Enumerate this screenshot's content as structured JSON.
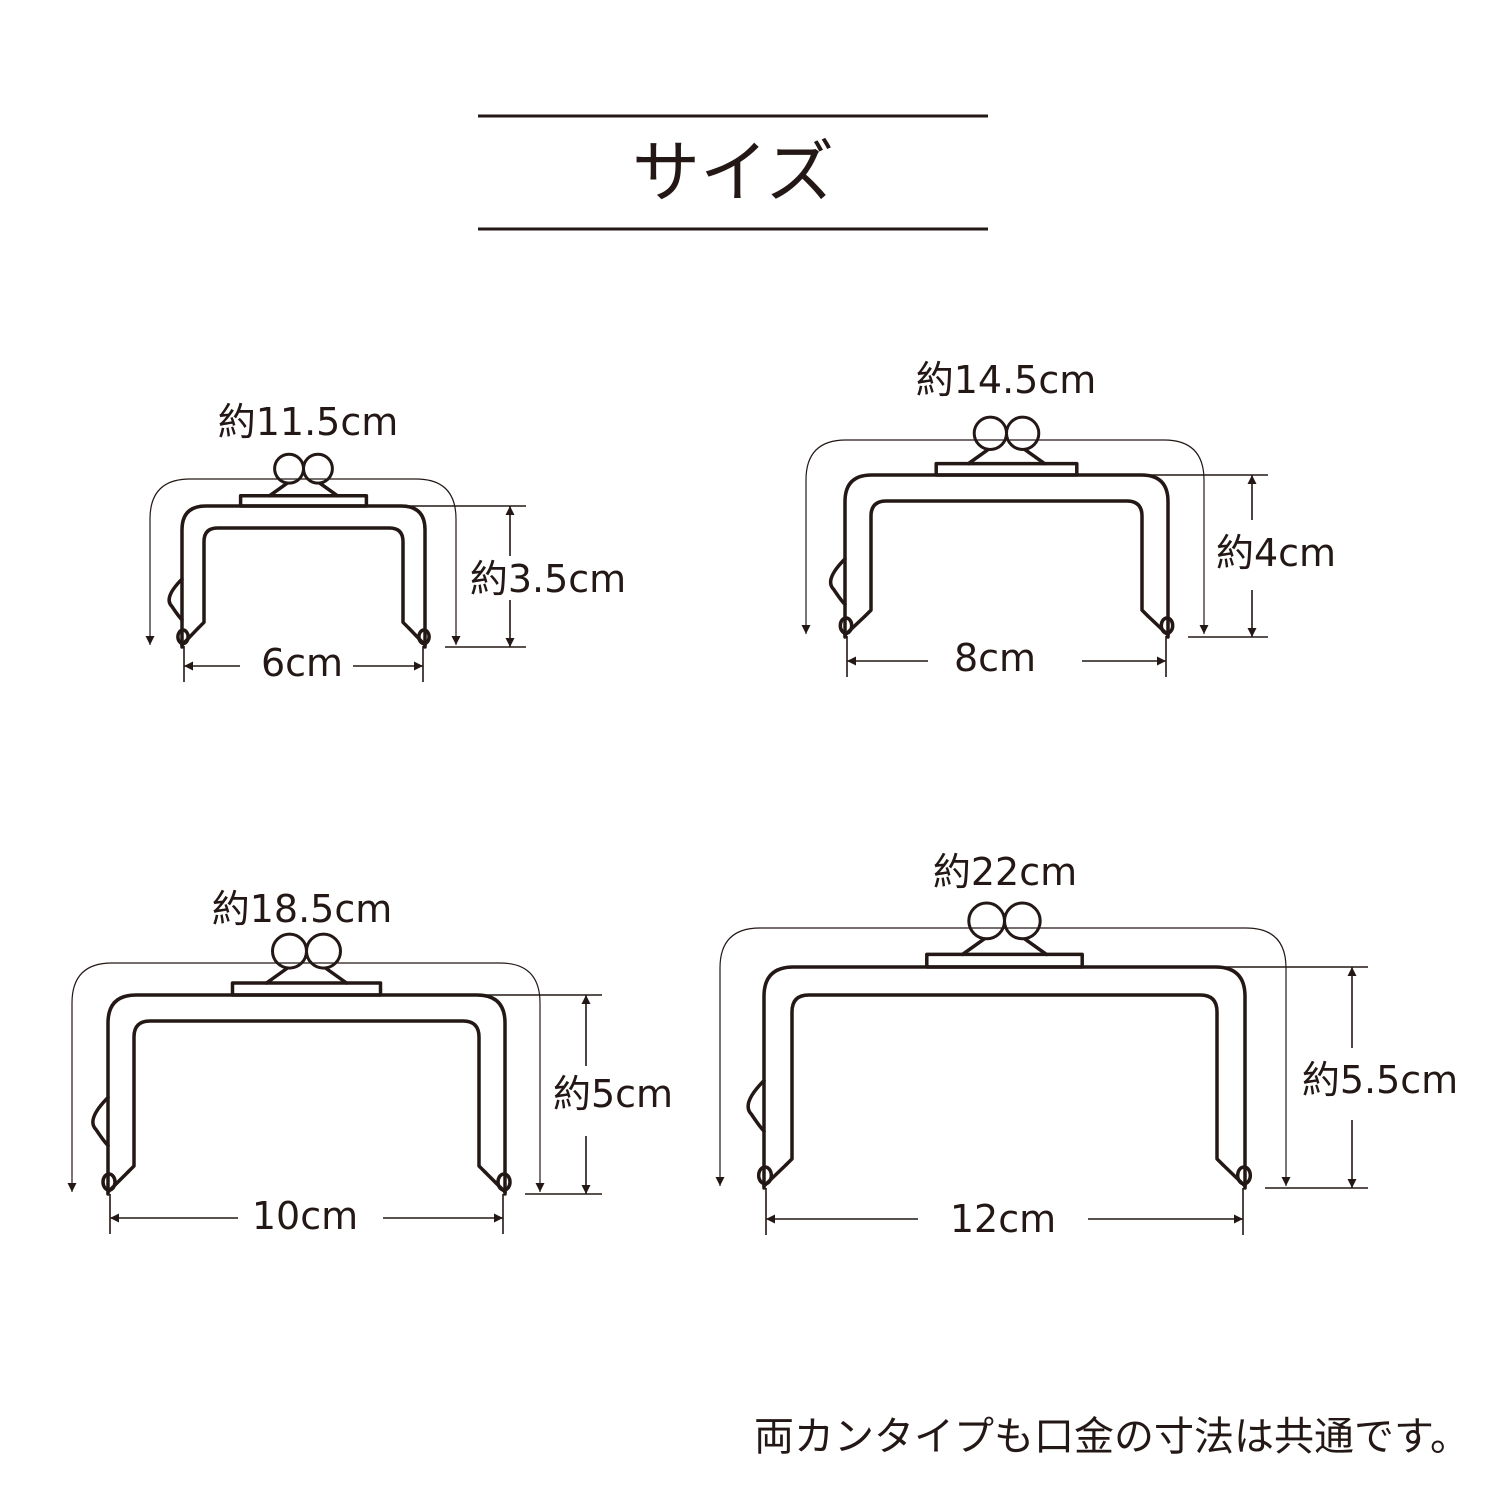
{
  "title": "サイズ",
  "frames": [
    {
      "id": "11-5",
      "outer_size": "約11.5cm",
      "height": "約3.5cm",
      "opening": "6cm"
    },
    {
      "id": "14-5",
      "outer_size": "約14.5cm",
      "height": "約4cm",
      "opening": "8cm"
    },
    {
      "id": "18-5",
      "outer_size": "約18.5cm",
      "height": "約5cm",
      "opening": "10cm"
    },
    {
      "id": "22",
      "outer_size": "約22cm",
      "height": "約5.5cm",
      "opening": "12cm"
    }
  ],
  "note": "両カンタイプも口金の寸法は共通です。",
  "colors": {
    "line": "#231815",
    "background": "#ffffff"
  }
}
